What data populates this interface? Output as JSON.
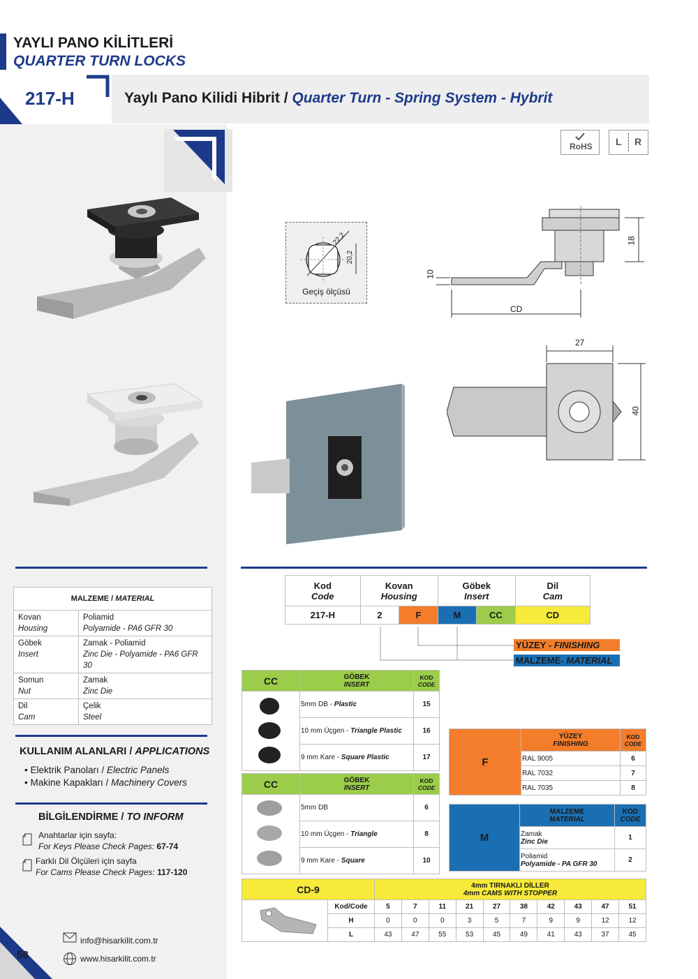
{
  "header": {
    "title_tr": "YAYLI PANO KİLİTLERİ",
    "title_en": "QUARTER TURN LOCKS"
  },
  "product": {
    "code": "217-H",
    "title_tr": "Yaylı Pano Kilidi Hibrit /",
    "title_en": "Quarter Turn - Spring System - Hybrit"
  },
  "badges": {
    "rohs": "RoHS",
    "lr_l": "L",
    "lr_r": "R"
  },
  "drawing": {
    "hole_label": "Geçiş ölçüsü",
    "d1": "22,2",
    "d2": "20,2",
    "side_h": "18",
    "side_cam": "10",
    "side_cd": "CD",
    "front_w": "27",
    "front_h": "40"
  },
  "material": {
    "header_tr": "MALZEME /",
    "header_en": "MATERIAL",
    "rows": [
      {
        "part_tr": "Kovan",
        "part_en": "Housing",
        "mat_tr": "Poliamid",
        "mat_en": "Polyamide - PA6 GFR 30"
      },
      {
        "part_tr": "Göbek",
        "part_en": "Insert",
        "mat_tr": "Zamak - Poliamid",
        "mat_en": "Zinc Die - Polyamide - PA6 GFR 30"
      },
      {
        "part_tr": "Somun",
        "part_en": "Nut",
        "mat_tr": "Zamak",
        "mat_en": "Zinc Die"
      },
      {
        "part_tr": "Dil",
        "part_en": "Cam",
        "mat_tr": "Çelik",
        "mat_en": "Steel"
      }
    ]
  },
  "applications": {
    "title_tr": "KULLANIM ALANLARI /",
    "title_en": "APPLICATIONS",
    "items": [
      {
        "tr": "Elektrik Panoları /",
        "en": "Electric Panels"
      },
      {
        "tr": "Makine Kapakları /",
        "en": "Machinery Covers"
      }
    ]
  },
  "inform": {
    "title_tr": "BİLGİLENDİRME /",
    "title_en": "TO INFORM",
    "items": [
      {
        "tr": "Anahtarlar için sayfa:",
        "en": "For Keys Please Check Pages:",
        "pages": "67-74"
      },
      {
        "tr": "Farklı Dil Ölçüleri için sayfa",
        "en": "For Cams Please Check Pages:",
        "pages": "117-120"
      }
    ]
  },
  "footer": {
    "page": "58",
    "email": "info@hisarkilit.com.tr",
    "web": "www.hisarkilit.com.tr"
  },
  "codes": {
    "h_kod_tr": "Kod",
    "h_kod_en": "Code",
    "h_kovan_tr": "Kovan",
    "h_kovan_en": "Housing",
    "h_gobek_tr": "Göbek",
    "h_gobek_en": "Insert",
    "h_dil_tr": "Dil",
    "h_dil_en": "Cam",
    "v_code": "217-H",
    "v_housing": "2",
    "v_f": "F",
    "v_m": "M",
    "v_cc": "CC",
    "v_cd": "CD",
    "finishing_tr": "YÜZEY -",
    "finishing_en": "FINISHING",
    "material_tr": "MALZEME-",
    "material_en": "MATERIAL"
  },
  "insert_plastic": {
    "code": "CC",
    "h1": "GÖBEK",
    "h2": "INSERT",
    "k1": "KOD",
    "k2": "CODE",
    "rows": [
      {
        "d": "5mm DB -",
        "b": "Plastic",
        "c": "15"
      },
      {
        "d": "10 mm Üçgen -",
        "b": "Triangle Plastic",
        "c": "16"
      },
      {
        "d": "9 mm Kare -",
        "b": "Square Plastic",
        "c": "17"
      }
    ]
  },
  "insert_zinc": {
    "code": "CC",
    "h1": "GÖBEK",
    "h2": "INSERT",
    "k1": "KOD",
    "k2": "CODE",
    "rows": [
      {
        "d": "5mm DB",
        "b": "",
        "c": "6"
      },
      {
        "d": "10 mm Üçgen -",
        "b": "Triangle",
        "c": "8"
      },
      {
        "d": "9 mm Kare -",
        "b": "Square",
        "c": "10"
      }
    ]
  },
  "finishing_table": {
    "code": "F",
    "h1": "YÜZEY",
    "h2": "FINISHING",
    "k1": "KOD",
    "k2": "CODE",
    "rows": [
      {
        "d": "RAL 9005",
        "c": "6"
      },
      {
        "d": "RAL 7032",
        "c": "7"
      },
      {
        "d": "RAL 7035",
        "c": "8"
      }
    ]
  },
  "material_table": {
    "code": "M",
    "h1": "MALZEME",
    "h2": "MATERIAL",
    "k1": "KOD",
    "k2": "CODE",
    "rows": [
      {
        "d": "Zamak",
        "b": "Zinc Die",
        "c": "1"
      },
      {
        "d": "Poliamid",
        "b": "Polyamide - PA GFR 30",
        "c": "2"
      }
    ]
  },
  "cam_table": {
    "code": "CD-9",
    "h1": "4mm TIRNAKLI DİLLER",
    "h2": "4mm CAMS WITH STOPPER",
    "kod": "Kod/Code",
    "hl": "H",
    "ll": "L",
    "codes": [
      "5",
      "7",
      "11",
      "21",
      "27",
      "38",
      "42",
      "43",
      "47",
      "51"
    ],
    "H": [
      "0",
      "0",
      "0",
      "3",
      "5",
      "7",
      "9",
      "9",
      "12",
      "12"
    ],
    "L": [
      "43",
      "47",
      "55",
      "53",
      "45",
      "49",
      "41",
      "43",
      "37",
      "45"
    ]
  },
  "colors": {
    "brand": "#1d3a8a",
    "orange": "#f37d2a",
    "blue": "#1a6fb3",
    "green": "#9ccd4a",
    "yellow": "#f7ea3a"
  }
}
